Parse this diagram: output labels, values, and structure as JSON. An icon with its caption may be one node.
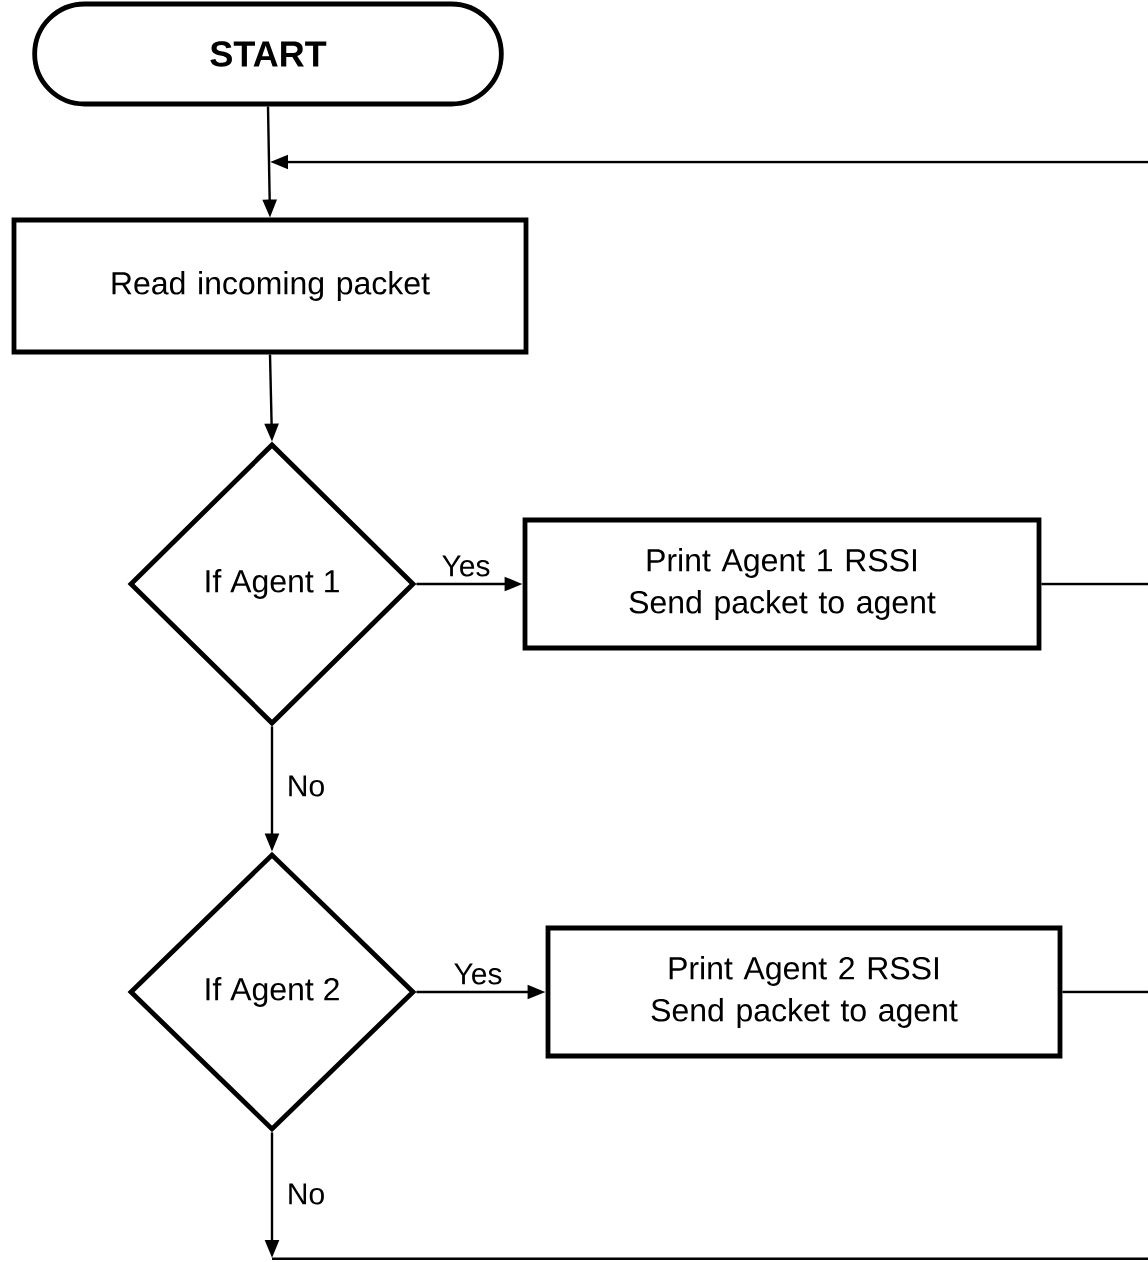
{
  "diagram": {
    "nodes": [
      {
        "text": [
          "START"
        ]
      },
      {
        "text": [
          "Read incoming packet"
        ]
      },
      {
        "text": [
          "If Agent 1"
        ]
      },
      {
        "text": [
          "Print Agent 1 RSSI Send packet to agent"
        ]
      },
      {
        "text": [
          "If Agent 2"
        ]
      },
      {
        "text": [
          "Print Agent 2 RSSI Send packet to agent"
        ]
      }
    ],
    "edges": [
      {
        "from": 0,
        "to": 1,
        "arrow": "to"
      },
      {
        "from": 1,
        "to": 2,
        "arrow": "to"
      },
      {
        "from": 2,
        "to": 3,
        "arrow": "to",
        "label": "Yes"
      },
      {
        "from": 2,
        "to": 4,
        "arrow": "to",
        "label": "No"
      },
      {
        "from": 4,
        "to": 5,
        "arrow": "to",
        "label": "Yes"
      },
      {
        "from": 3,
        "to": null,
        "arrow": "none"
      },
      {
        "from": 5,
        "to": null,
        "arrow": "none"
      },
      {
        "from": 4,
        "to": null,
        "arrow": "to",
        "label": "No"
      },
      {
        "from": null,
        "to": 1,
        "arrow": "to"
      }
    ]
  }
}
